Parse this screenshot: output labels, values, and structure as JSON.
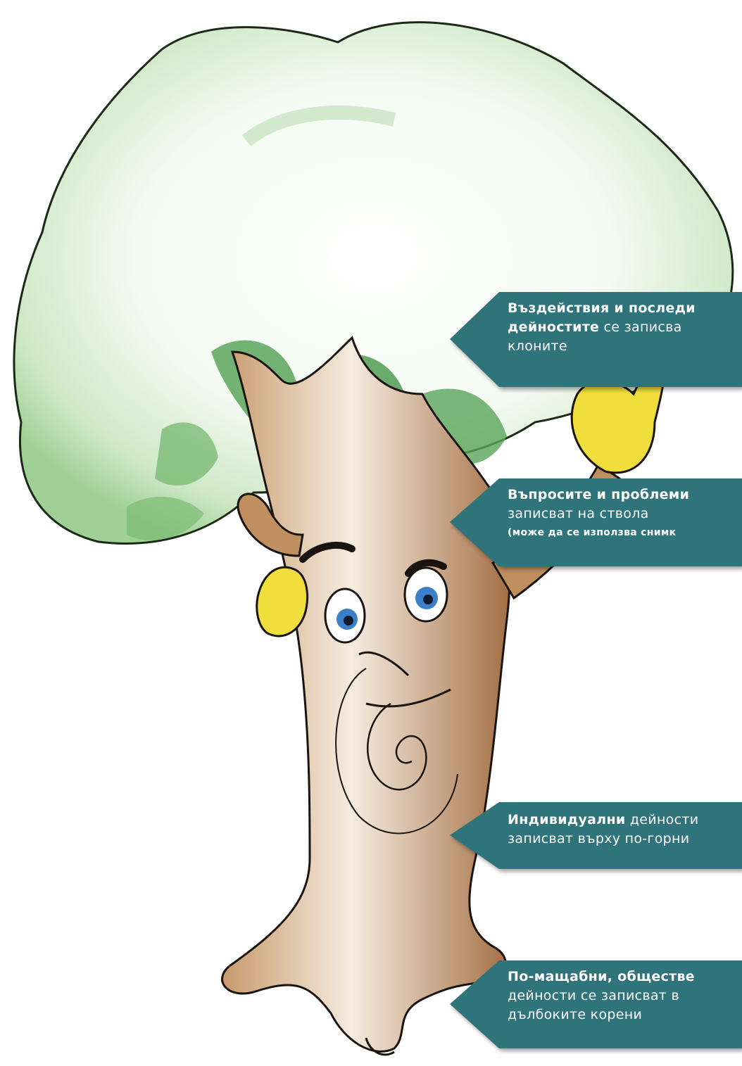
{
  "illustration": {
    "subject": "tree-character",
    "colors": {
      "foliage": "#6fb36a",
      "trunk": "#b98456",
      "gloves": "#f0de3c",
      "eyes": "#3a7fc8",
      "label_fill": "#2f737b"
    }
  },
  "labels": [
    {
      "line1_bold": "Въздействия и последи",
      "line2_bold": "дейностите",
      "line2_rest": " се записва",
      "line3": "клоните",
      "line3_small": ""
    },
    {
      "line1_bold": "Въпросите и проблеми",
      "line2_bold": "",
      "line2_rest": "записват на ствола",
      "line3": "",
      "line3_small": "(може да се използва снимк"
    },
    {
      "line1_bold": "Индивидуални",
      "line1_rest": " дейности",
      "line2_bold": "",
      "line2_rest": "записват върху по-горни"
    },
    {
      "line1_bold": "По-мащабни, обществе",
      "line2_bold": "",
      "line2_rest": "дейности се записват в",
      "line3": "дълбоките корени",
      "line3_small": ""
    }
  ]
}
